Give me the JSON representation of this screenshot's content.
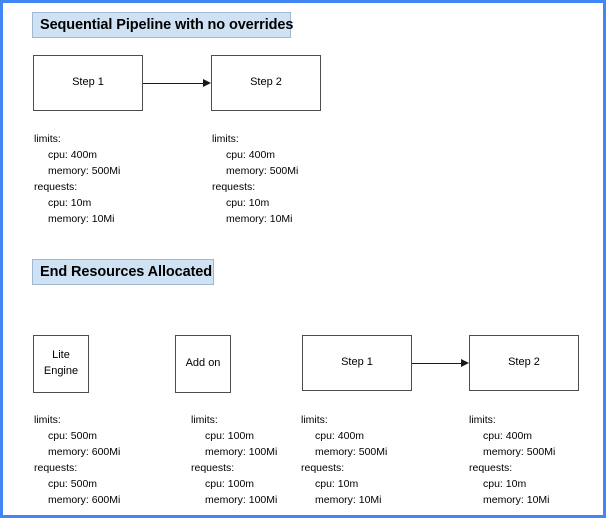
{
  "diagram": {
    "frame_color": "#4285f4",
    "header_fill": "#cfe2f3",
    "header_border": "#9fb8d4",
    "node_border": "#4d4d4d",
    "sections": [
      {
        "id": "sequential",
        "title": "Sequential Pipeline with no overrides"
      },
      {
        "id": "end-resources",
        "title": "End Resources Allocated"
      }
    ]
  },
  "nodes": {
    "step1_a": {
      "label": "Step 1"
    },
    "step2_a": {
      "label": "Step 2"
    },
    "lite_engine": {
      "line1": "Lite",
      "line2": "Engine"
    },
    "add_on": {
      "label": "Add on"
    },
    "step1_b": {
      "label": "Step 1"
    },
    "step2_b": {
      "label": "Step 2"
    }
  },
  "specs": {
    "row1_step1": {
      "limits_key": "limits:",
      "limits_cpu": "cpu: 400m",
      "limits_memory": "memory: 500Mi",
      "requests_key": "requests:",
      "requests_cpu": "cpu: 10m",
      "requests_memory": "memory: 10Mi"
    },
    "row1_step2": {
      "limits_key": "limits:",
      "limits_cpu": "cpu: 400m",
      "limits_memory": "memory: 500Mi",
      "requests_key": "requests:",
      "requests_cpu": "cpu: 10m",
      "requests_memory": "memory: 10Mi"
    },
    "row2_lite_engine": {
      "limits_key": "limits:",
      "limits_cpu": "cpu: 500m",
      "limits_memory": "memory: 600Mi",
      "requests_key": "requests:",
      "requests_cpu": "cpu: 500m",
      "requests_memory": "memory: 600Mi"
    },
    "row2_add_on": {
      "limits_key": "limits:",
      "limits_cpu": "cpu: 100m",
      "limits_memory": "memory: 100Mi",
      "requests_key": "requests:",
      "requests_cpu": "cpu: 100m",
      "requests_memory": "memory: 100Mi"
    },
    "row2_step1": {
      "limits_key": "limits:",
      "limits_cpu": "cpu: 400m",
      "limits_memory": "memory: 500Mi",
      "requests_key": "requests:",
      "requests_cpu": "cpu: 10m",
      "requests_memory": "memory: 10Mi"
    },
    "row2_step2": {
      "limits_key": "limits:",
      "limits_cpu": "cpu: 400m",
      "limits_memory": "memory: 500Mi",
      "requests_key": "requests:",
      "requests_cpu": "cpu: 10m",
      "requests_memory": "memory: 10Mi"
    }
  }
}
